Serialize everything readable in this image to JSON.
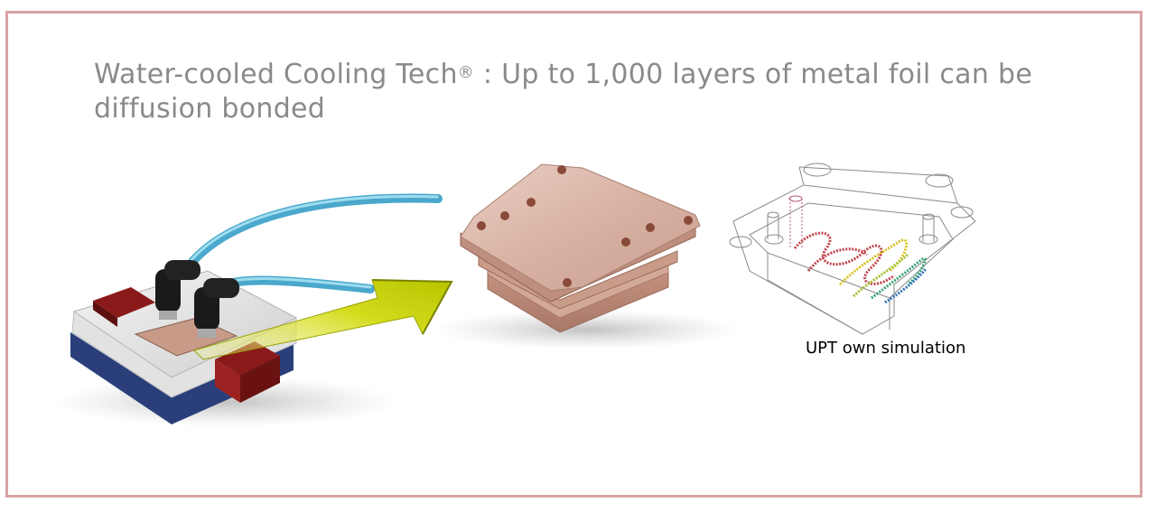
{
  "slide": {
    "title_part1": "Water-cooled Cooling Tech",
    "title_mark": "®",
    "title_part2": " : Up to 1,000 layers of metal foil can be diffusion bonded",
    "caption": "UPT own simulation"
  },
  "colors": {
    "frame": "#d8a3a3",
    "title": "#8a8a8a",
    "tube": "#5ab8d8",
    "arrow": "#c8d400",
    "copper": "#c89a88",
    "cover": "#8a1a1a",
    "base": "#2a3f7a"
  },
  "icons": {
    "arrow": "arrow-right-icon"
  }
}
